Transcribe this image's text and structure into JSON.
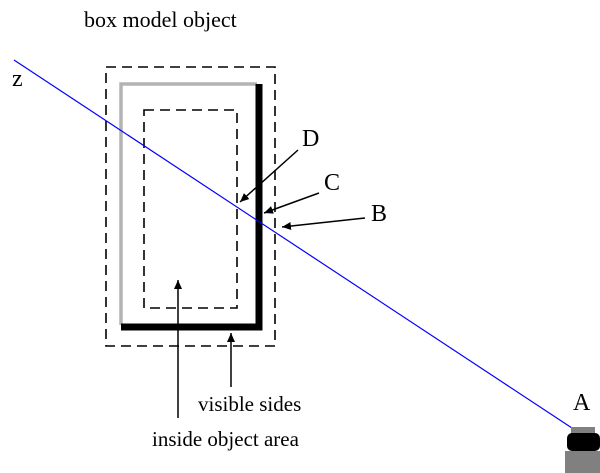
{
  "title": "box model object",
  "axis_label": "z",
  "labels": {
    "a": "A",
    "b": "B",
    "c": "C",
    "d": "D",
    "visible_sides": "visible sides",
    "inside_object_area": "inside object area"
  },
  "colors": {
    "background": "#ffffff",
    "ink": "#000000",
    "ray": "#0000ff",
    "hidden_sides": "#b3b3b3",
    "camera_body": "#000000",
    "camera_base": "#808080"
  },
  "icons": {
    "camera": "camera-icon"
  }
}
